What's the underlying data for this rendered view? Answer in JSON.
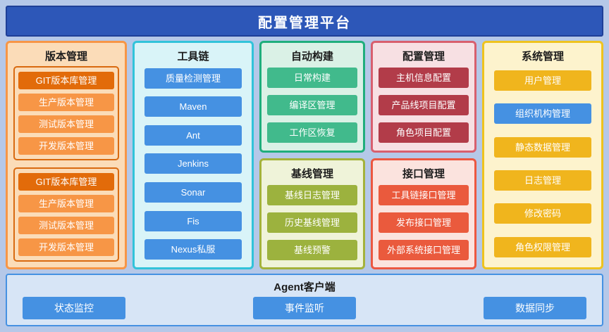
{
  "header": {
    "title": "配置管理平台"
  },
  "panels": {
    "version": {
      "title": "版本管理",
      "group1": [
        "GIT版本库管理",
        "生产版本管理",
        "测试版本管理",
        "开发版本管理"
      ],
      "group2": [
        "GIT版本库管理",
        "生产版本管理",
        "测试版本管理",
        "开发版本管理"
      ]
    },
    "toolchain": {
      "title": "工具链",
      "items": [
        "质量检测管理",
        "Maven",
        "Ant",
        "Jenkins",
        "Sonar",
        "Fis",
        "Nexus私服"
      ]
    },
    "autobuild": {
      "title": "自动构建",
      "items": [
        "日常构建",
        "编译区管理",
        "工作区恢复"
      ]
    },
    "baseline": {
      "title": "基线管理",
      "items": [
        "基线日志管理",
        "历史基线管理",
        "基线预警"
      ]
    },
    "config": {
      "title": "配置管理",
      "items": [
        "主机信息配置",
        "产品线项目配置",
        "角色项目配置"
      ]
    },
    "interface": {
      "title": "接口管理",
      "items": [
        "工具链接口管理",
        "发布接口管理",
        "外部系统接口管理"
      ]
    },
    "system": {
      "title": "系统管理",
      "items": [
        "用户管理",
        "组织机构管理",
        "静态数据管理",
        "日志管理",
        "修改密码",
        "角色权限管理"
      ]
    },
    "agent": {
      "title": "Agent客户端",
      "items": [
        "状态监控",
        "事件监听",
        "数据同步"
      ]
    }
  },
  "colors": {
    "page_bg": "#b5c8e8",
    "header_bg": "#2d57b8",
    "version_border": "#f79646",
    "version_group_border": "#d96a10",
    "version_item": "#f79646",
    "version_item_dark": "#e26b0a",
    "toolchain_border": "#31c3da",
    "blue_item": "#4591e2",
    "autobuild_border": "#1fae7c",
    "green_item": "#41ba8c",
    "baseline_border": "#a4b23a",
    "olive_item": "#9cb23e",
    "config_border": "#d85f6e",
    "darkred_item": "#b23c49",
    "interface_border": "#ec5740",
    "redorange_item": "#ea5a3d",
    "system_border": "#eec31e",
    "amber_item": "#f0b51d",
    "agent_border": "#4591e2",
    "agent_bg": "#d7e5f6"
  }
}
